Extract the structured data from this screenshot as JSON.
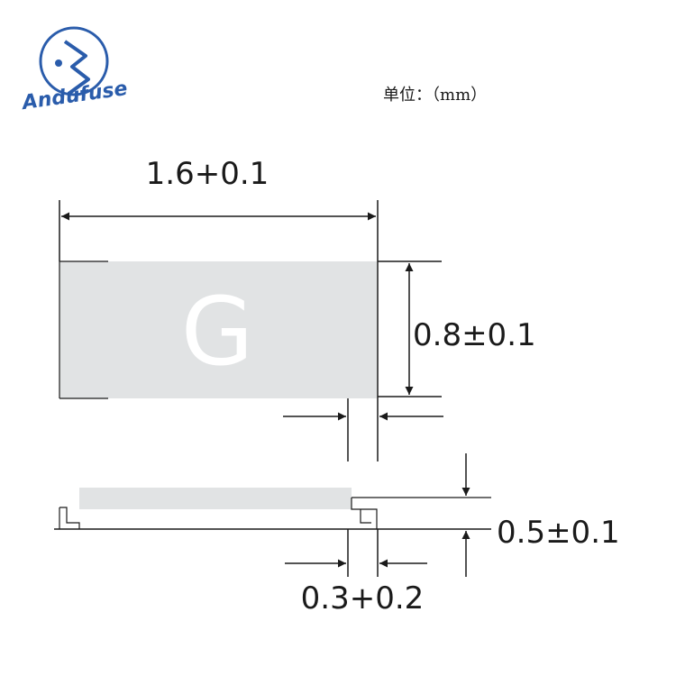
{
  "brand": {
    "name": "Andufuse",
    "color": "#2a5cab"
  },
  "unit_label": "单位：（mm）",
  "component": {
    "marking": "G",
    "body_color": "#e1e3e4"
  },
  "dimensions": {
    "length": "1.6+0.1",
    "width": "0.8±0.1",
    "thickness": "0.5±0.1",
    "terminal": "0.3+0.2"
  },
  "icons": {
    "logo": "andufuse-logo-icon"
  }
}
